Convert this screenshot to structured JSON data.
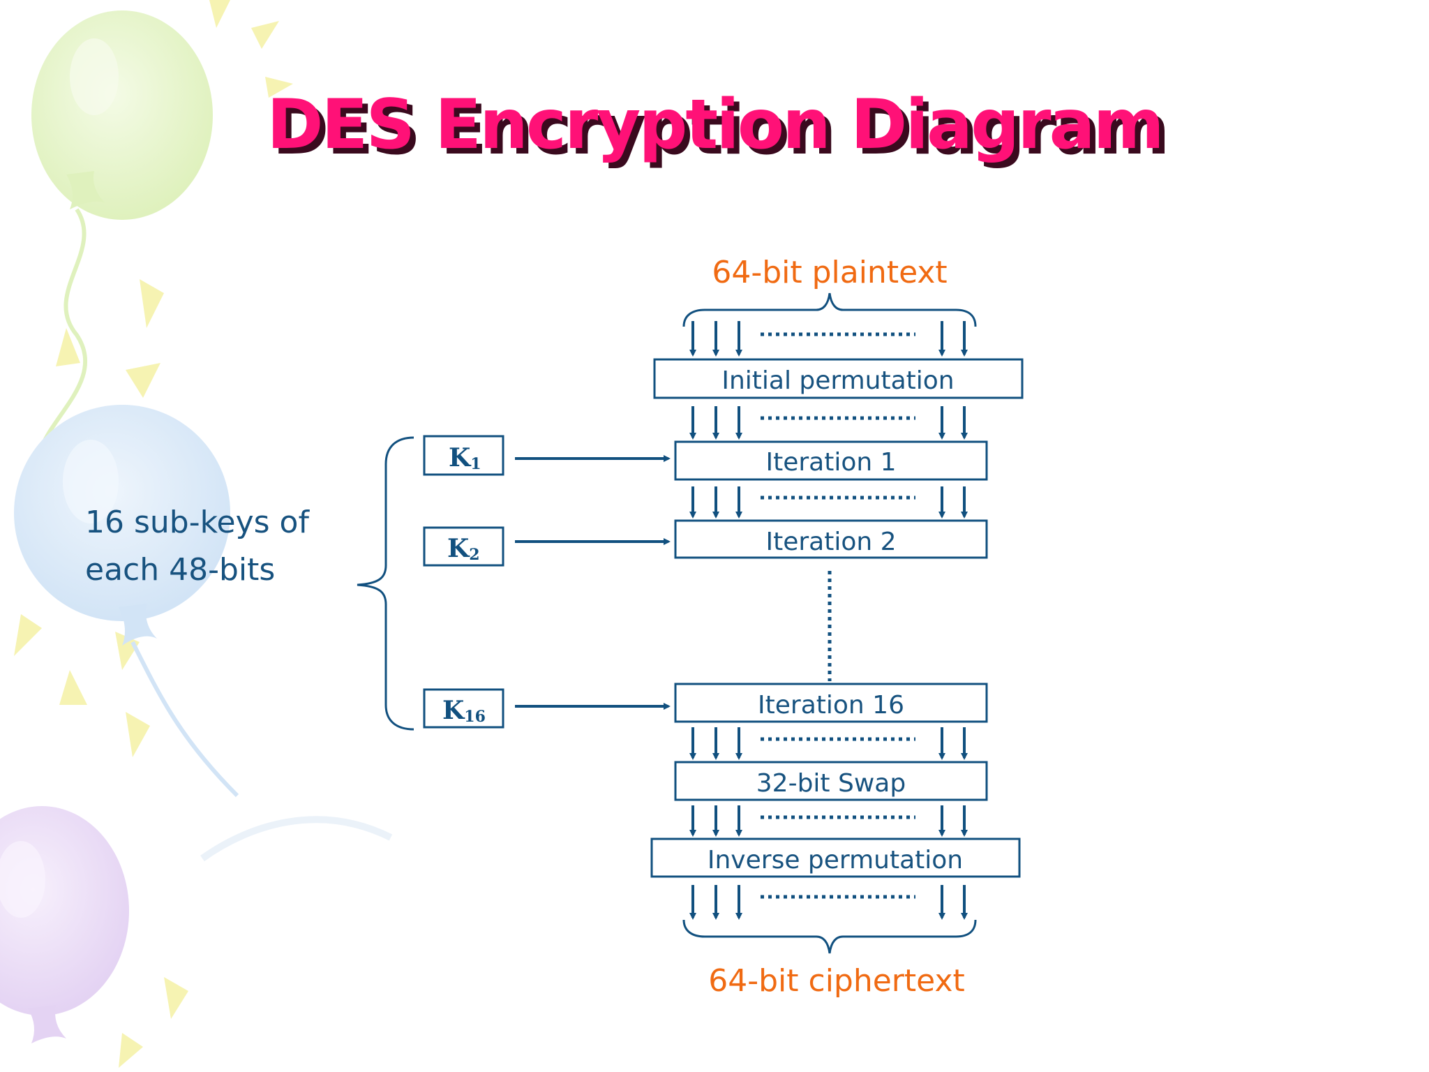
{
  "slide": {
    "title": "DES Encryption Diagram"
  },
  "diagram": {
    "input_label": "64-bit plaintext",
    "output_label": "64-bit ciphertext",
    "stages": {
      "initial": "Initial permutation",
      "iter1": "Iteration 1",
      "iter2": "Iteration 2",
      "iter16": "Iteration 16",
      "swap": "32-bit Swap",
      "inverse": "Inverse permutation"
    },
    "keys": {
      "k1": {
        "letter": "K",
        "sub": "1"
      },
      "k2": {
        "letter": "K",
        "sub": "2"
      },
      "k16": {
        "letter": "K",
        "sub": "16"
      }
    },
    "subkeys_label": {
      "line1": "16 sub-keys of",
      "line2": "each 48-bits"
    }
  },
  "colors": {
    "title_fill": "#ff1177",
    "title_shadow": "#3a0a1e",
    "label_orange": "#f06a12",
    "diagram_blue": "#11507f",
    "text_blue": "#17527f",
    "balloon_green": "#e2f3c4",
    "balloon_blue": "#d8e8f7",
    "balloon_purple": "#eadcf5",
    "ray_yellow": "#f6f3b2"
  }
}
